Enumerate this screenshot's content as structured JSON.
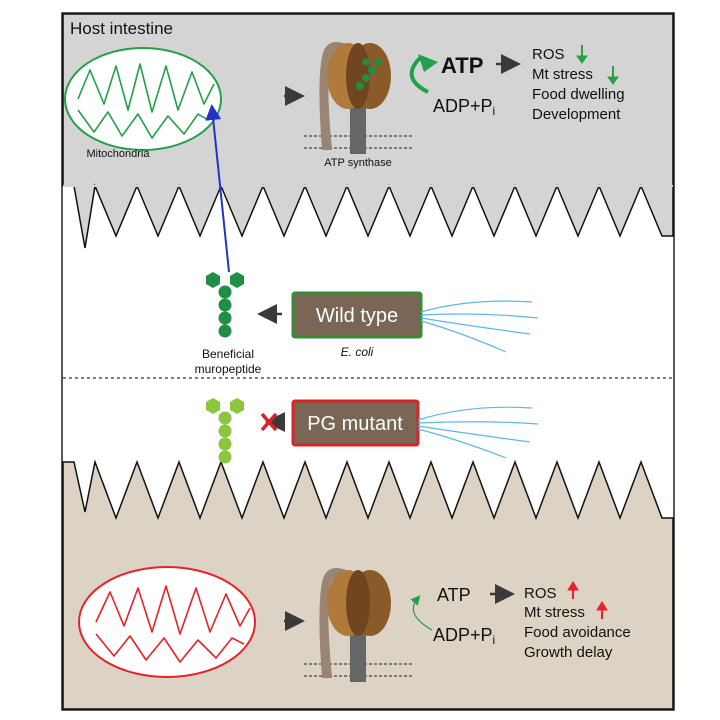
{
  "title": "Host intestine",
  "top": {
    "mitochondria_label": "Mitochondria",
    "synthase_label": "ATP synthase",
    "atp": "ATP",
    "adp": "ADP+P",
    "adp_sub": "i",
    "effects": [
      "ROS",
      "Mt stress",
      "Food dwelling",
      "Development"
    ],
    "effect_arrows": [
      "down",
      "down",
      "",
      ""
    ]
  },
  "middle": {
    "wild_type": "Wild type",
    "organism": "E. coli",
    "muropeptide_label_1": "Beneficial",
    "muropeptide_label_2": "muropeptide",
    "pg_mutant": "PG mutant"
  },
  "bottom": {
    "atp": "ATP",
    "adp": "ADP+P",
    "adp_sub": "i",
    "effects": [
      "ROS",
      "Mt stress",
      "Food avoidance",
      "Growth delay"
    ],
    "effect_arrows": [
      "up",
      "up",
      "",
      ""
    ]
  },
  "colors": {
    "top_panel": "#d4d4d4",
    "bottom_panel": "#dcd3c4",
    "healthy_mito": "#22a04a",
    "stressed_mito": "#e8222a",
    "muropeptide_dark": "#1f8f45",
    "muropeptide_light": "#8cc63f",
    "box_fill": "#7a6655",
    "wild_border": "#3a8a3a",
    "mutant_border": "#d8232a",
    "flagella": "#62b5e8",
    "down_arrow": "#2aa040",
    "up_arrow": "#e8222a",
    "signal_arrow": "#2233cc"
  }
}
